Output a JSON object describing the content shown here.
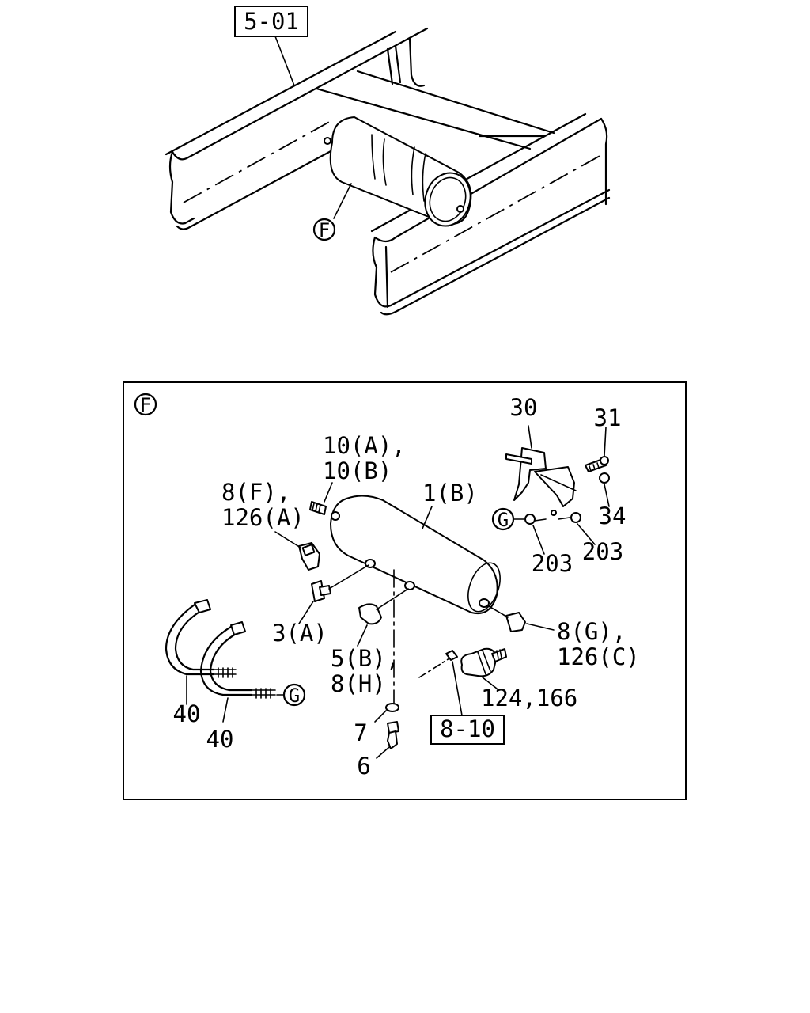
{
  "overview": {
    "ref_box": "5-01",
    "callout_f": "F"
  },
  "detail": {
    "callout_f": "F",
    "callout_g": "G",
    "ref_box": "8-10",
    "labels": {
      "p30": "30",
      "p31": "31",
      "p34": "34",
      "p203a": "203",
      "p203b": "203",
      "p10_line1": "10(A),",
      "p10_line2": "10(B)",
      "p8f_line1": "8(F),",
      "p8f_line2": "126(A)",
      "p1b": "1(B)",
      "p3a": "3(A)",
      "p5b_line1": "5(B),",
      "p5b_line2": "8(H)",
      "p8g_line1": "8(G),",
      "p8g_line2": "126(C)",
      "p124": "124,166",
      "p40a": "40",
      "p40b": "40",
      "p7": "7",
      "p6": "6"
    }
  }
}
